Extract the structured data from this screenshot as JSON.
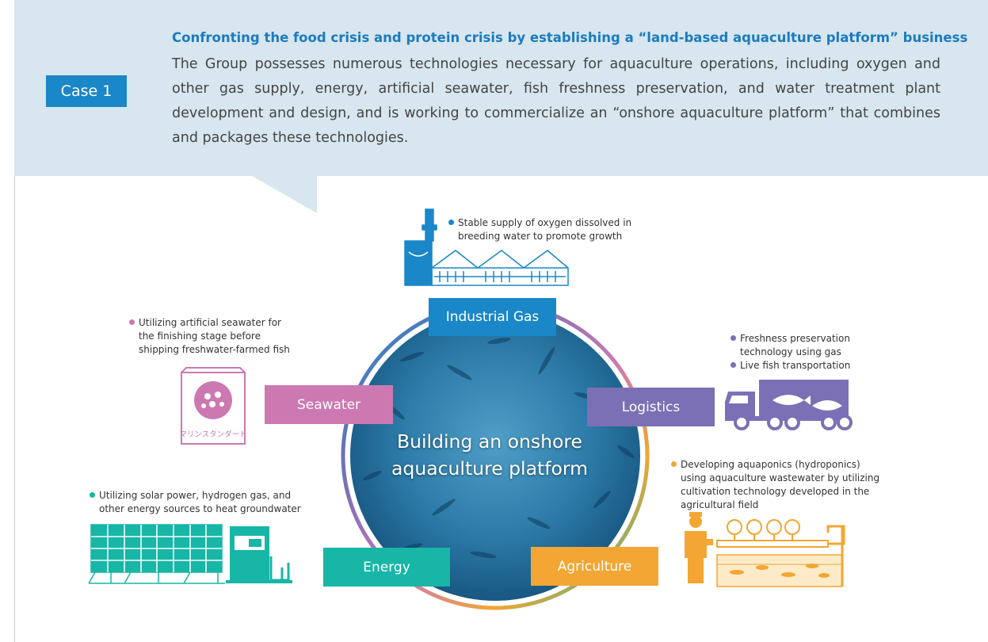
{
  "header": {
    "case_label": "Case 1",
    "title": "Confronting the food crisis and protein crisis by establishing a “land-based aquaculture platform” business",
    "description": "The Group possesses numerous technologies necessary for aquaculture operations, including oxygen and other gas supply, energy, artificial seawater, fish freshness preservation, and water treatment plant development and design, and is working to commercialize an “onshore aquaculture platform” that combines and packages these technologies."
  },
  "center": {
    "line1": "Building an onshore",
    "line2": "aquaculture platform"
  },
  "nodes": {
    "industrial_gas": "Industrial Gas",
    "seawater": "Seawater",
    "logistics": "Logistics",
    "energy": "Energy",
    "agriculture": "Agriculture"
  },
  "callouts": {
    "gas": {
      "line1": "Stable supply of oxygen dissolved in",
      "line2": "breeding water to promote growth"
    },
    "seawater": {
      "line1": "Utilizing artificial seawater for",
      "line2": "the finishing stage before",
      "line3": "shipping freshwater-farmed fish"
    },
    "logistics": {
      "item1_line1": "Freshness preservation",
      "item1_line2": "technology using gas",
      "item2": "Live fish transportation"
    },
    "energy": {
      "line1": "Utilizing solar power, hydrogen gas, and",
      "line2": "other energy sources to heat groundwater"
    },
    "agriculture": {
      "line1": "Developing aquaponics (hydroponics)",
      "line2": "using aquaculture wastewater by utilizing",
      "line3": "cultivation technology developed in the",
      "line4": "agricultural field"
    }
  },
  "product_label": "マリンスタンダード",
  "colors": {
    "gas": "#1a87c8",
    "seawater": "#cc79b2",
    "logistics": "#7b70b5",
    "energy": "#17b6a6",
    "agriculture": "#f3a633",
    "title": "#1b7bc0",
    "panel": "#d8e6ef"
  },
  "icons": [
    "industrial-gas-plant-icon",
    "seawater-bag-icon",
    "truck-icon",
    "solar-panel-icon",
    "hydrogen-generator-icon",
    "farmer-icon",
    "aquaponics-tank-icon"
  ]
}
